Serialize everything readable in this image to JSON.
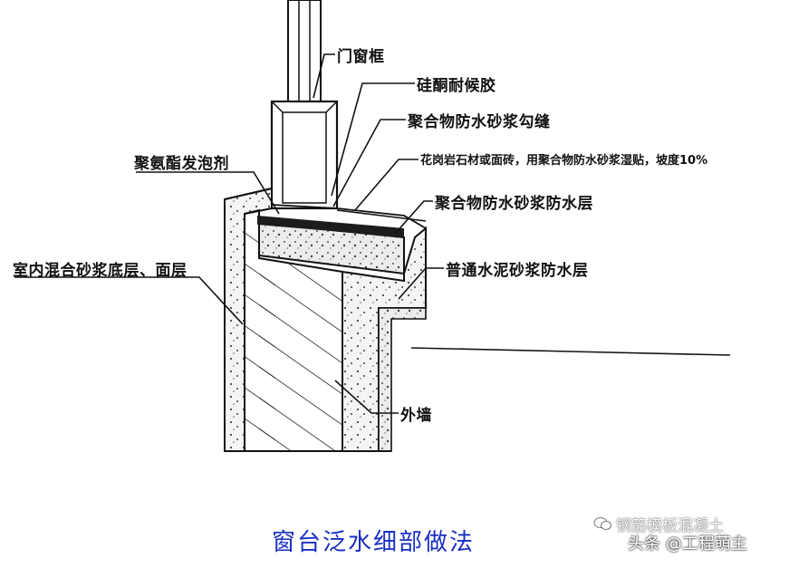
{
  "diagram": {
    "labels": {
      "door_frame": "门窗框",
      "silicone_sealant": "硅酮耐候胶",
      "polymer_mortar_joint": "聚合物防水砂浆勾缝",
      "granite_tile": "花岗岩石材或面砖，用聚合物防水砂浆湿贴，坡度10%",
      "pu_foam": "聚氨酯发泡剂",
      "polymer_mortar_layer": "聚合物防水砂浆防水层",
      "indoor_mortar": "室内混合砂浆底层、面层",
      "cement_mortar_layer": "普通水泥砂浆防水层",
      "exterior_wall": "外墙"
    },
    "caption": "窗台泛水细部做法"
  },
  "watermark": {
    "line1": "钢筋模板混凝土",
    "line2": "头条 @工程萌主",
    "icon": "wechat-icon"
  },
  "colors": {
    "caption": "#1a2fc4",
    "lines": "#111111"
  }
}
